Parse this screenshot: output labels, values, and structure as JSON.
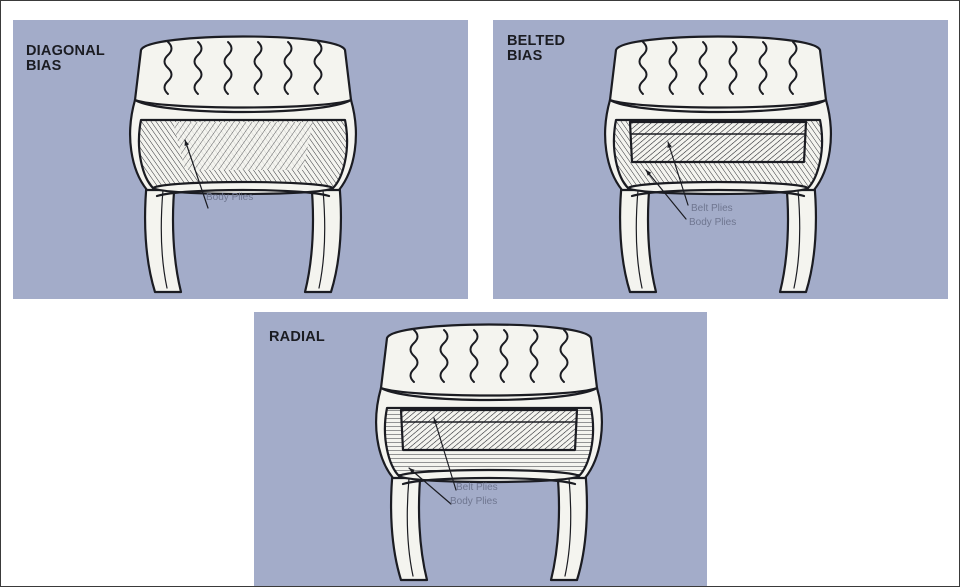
{
  "panels": {
    "diagonal": {
      "title_line1": "DIAGONAL",
      "title_line2": "BIAS",
      "label_body": "Body Plies"
    },
    "belted": {
      "title_line1": "BELTED",
      "title_line2": "BIAS",
      "label_belt": "Belt Plies",
      "label_body": "Body Plies"
    },
    "radial": {
      "title_line1": "RADIAL",
      "label_belt": "Belt Plies",
      "label_body": "Body Plies"
    }
  },
  "colors": {
    "panel_bg": "#a3acc9",
    "ink": "#1b1c22",
    "tire_fill": "#f4f4ef",
    "callout_text": "#6f7690"
  }
}
